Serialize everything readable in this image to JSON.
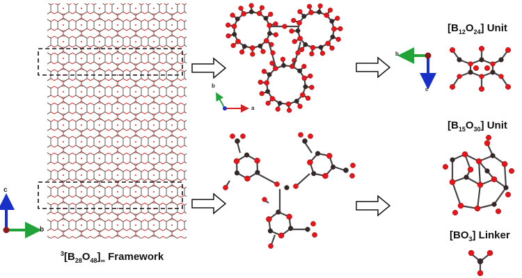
{
  "labels": {
    "framework": {
      "sup": "3",
      "pre": "[B",
      "s1": "28",
      "mid": "O",
      "s2": "48",
      "post": "]",
      "inf": "∞",
      "tail": " Framework"
    },
    "unit1": {
      "pre": "[B",
      "s1": "12",
      "mid": "O",
      "s2": "24",
      "post": "] Unit"
    },
    "unit2": {
      "pre": "[B",
      "s1": "15",
      "mid": "O",
      "s2": "30",
      "post": "] Unit"
    },
    "linker": {
      "pre": "[BO",
      "s1": "3",
      "post": "] Linker"
    }
  },
  "axes": {
    "framework": {
      "vertical": "c",
      "horizontal": "b"
    },
    "top_cluster": {
      "x": "a",
      "y": "b"
    },
    "unit1": {
      "x": "b",
      "y": "c"
    }
  },
  "colors": {
    "boron": "#2b2b2b",
    "oxygen": "#e8141a",
    "arrow_red": "#d62020",
    "arrow_green": "#22a33a",
    "arrow_blue": "#1830c8",
    "axis_center": "#8b1a1a"
  },
  "icons": [
    "hollow-arrow-icon",
    "axis-triad-icon"
  ]
}
